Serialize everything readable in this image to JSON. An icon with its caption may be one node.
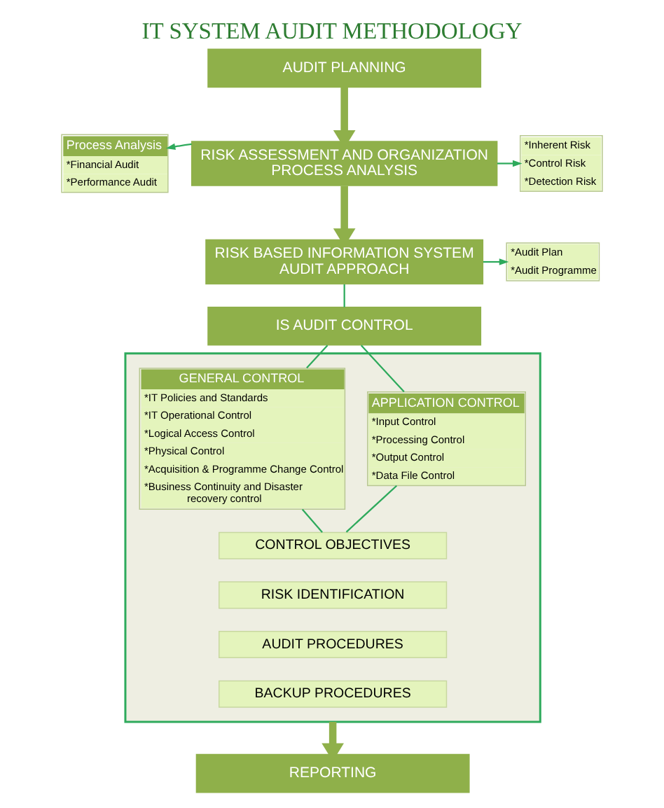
{
  "diagram": {
    "title": "IT SYSTEM AUDIT METHODOLOGY",
    "nodes": [
      {
        "text": [
          "AUDIT PLANNING"
        ]
      },
      {
        "text": [
          "RISK ASSESSMENT AND ORGANIZATION PROCESS ANALYSIS"
        ]
      },
      {
        "text": [
          "Process Analysis",
          "*Financial Audit",
          "*Performance Audit"
        ]
      },
      {
        "text": [
          "*Inherent Risk",
          "*Control Risk",
          "*Detection Risk"
        ]
      },
      {
        "text": [
          "RISK BASED INFORMATION SYSTEM AUDIT APPROACH"
        ]
      },
      {
        "text": [
          "*Audit Plan",
          "*Audit Programme"
        ]
      },
      {
        "text": [
          "IS AUDIT CONTROL"
        ]
      },
      {
        "text": [],
        "shape": "box"
      },
      {
        "text": [
          "GENERAL CONTROL",
          "*IT Policies and Standards",
          "*IT Operational Control",
          "*Logical Access Control",
          "*Physical Control",
          "*Acquisition & Programme Change Control",
          "*Business Continuity and Disaster recovery control"
        ],
        "in": 7
      },
      {
        "text": [
          "APPLICATION CONTROL",
          "*Input Control",
          "*Processing Control",
          "*Output Control",
          "*Data File Control"
        ],
        "in": 7
      },
      {
        "text": [
          "CONTROL OBJECTIVES"
        ],
        "in": 7
      },
      {
        "text": [
          "RISK IDENTIFICATION"
        ],
        "in": 7
      },
      {
        "text": [
          "AUDIT PROCEDURES"
        ],
        "in": 7
      },
      {
        "text": [
          "BACKUP PROCEDURES"
        ],
        "in": 7
      },
      {
        "text": [
          "REPORTING"
        ]
      }
    ],
    "edges": [
      {
        "from": 0,
        "to": 1,
        "arrow": "to",
        "style": "thick",
        "color": "#8fb04a"
      },
      {
        "from": 1,
        "to": 2,
        "arrow": "to"
      },
      {
        "from": 1,
        "to": 3,
        "arrow": "to"
      },
      {
        "from": 1,
        "to": 4,
        "arrow": "to",
        "style": "thick",
        "color": "#8fb04a"
      },
      {
        "from": 4,
        "to": 5,
        "arrow": "to"
      },
      {
        "from": 4,
        "to": 6,
        "arrow": "none"
      },
      {
        "from": 6,
        "to": 8,
        "arrow": "none"
      },
      {
        "from": 6,
        "to": 9,
        "arrow": "none"
      },
      {
        "from": 8,
        "to": 10,
        "arrow": "none"
      },
      {
        "from": 9,
        "to": 10,
        "arrow": "none"
      },
      {
        "from": 7,
        "to": 14,
        "arrow": "to",
        "style": "thick",
        "color": "#8fb04a"
      }
    ]
  }
}
